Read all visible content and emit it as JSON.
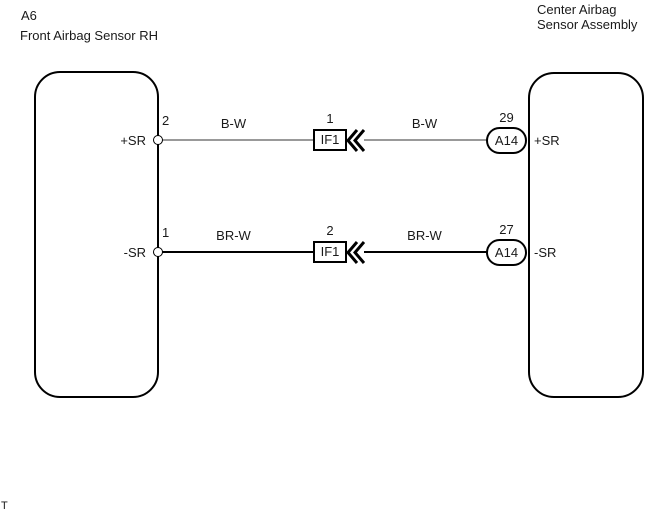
{
  "header_left": {
    "line1": "A6",
    "line2": "Front Airbag Sensor RH"
  },
  "header_right": {
    "line1": "Center Airbag",
    "line2": "Sensor Assembly"
  },
  "colors": {
    "wire_top": "#999999",
    "wire_bottom": "#000000",
    "line": "#000000"
  },
  "wires": [
    {
      "left_pin_label": "+SR",
      "left_pin_number": "2",
      "segment1_label": "B-W",
      "connector_number": "1",
      "connector_label": "IF1",
      "segment2_label": "B-W",
      "right_pin_number": "29",
      "right_connector_label": "A14",
      "right_pin_label": "+SR",
      "wire_color": "#999999"
    },
    {
      "left_pin_label": "-SR",
      "left_pin_number": "1",
      "segment1_label": "BR-W",
      "connector_number": "2",
      "connector_label": "IF1",
      "segment2_label": "BR-W",
      "right_pin_number": "27",
      "right_connector_label": "A14",
      "right_pin_label": "-SR",
      "wire_color": "#000000"
    }
  ],
  "footer": {
    "truncated_text": "T"
  }
}
